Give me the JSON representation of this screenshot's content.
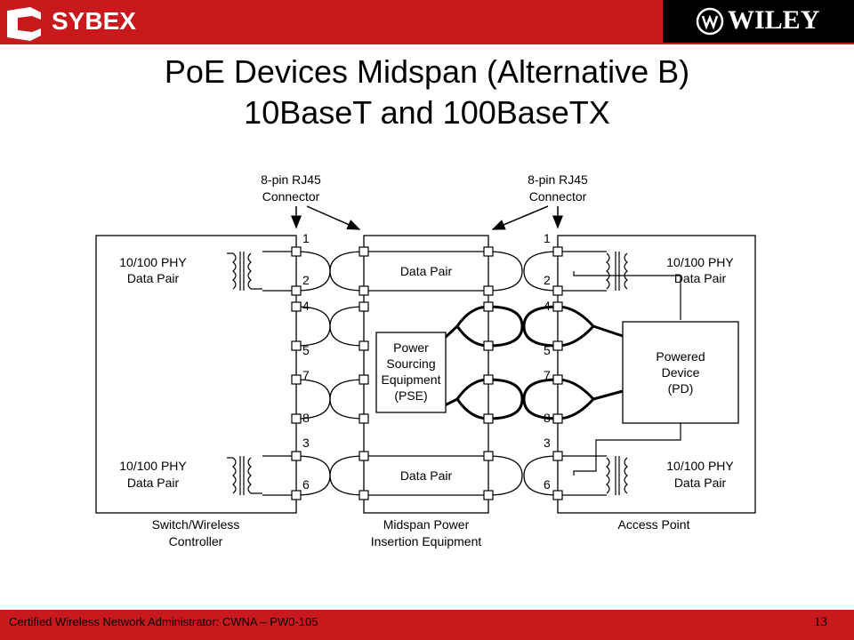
{
  "header": {
    "left_logo": "SYBEX",
    "right_logo": "WILEY",
    "brand_color": "#c8191c"
  },
  "title": {
    "line1": "PoE Devices Midspan (Alternative B)",
    "line2": "10BaseT and 100BaseTX"
  },
  "diagram": {
    "connector_left": {
      "line1": "8-pin RJ45",
      "line2": "Connector"
    },
    "connector_right": {
      "line1": "8-pin RJ45",
      "line2": "Connector"
    },
    "phy": {
      "line1": "10/100 PHY",
      "line2": "Data Pair"
    },
    "data_pair": "Data Pair",
    "pse": {
      "line1": "Power",
      "line2": "Sourcing",
      "line3": "Equipment",
      "line4": "(PSE)"
    },
    "pd": {
      "line1": "Powered",
      "line2": "Device",
      "line3": "(PD)"
    },
    "pins": [
      "1",
      "2",
      "4",
      "5",
      "7",
      "8",
      "3",
      "6"
    ],
    "bottom_labels": {
      "switch": {
        "line1": "Switch/Wireless",
        "line2": "Controller"
      },
      "midspan": {
        "line1": "Midspan Power",
        "line2": "Insertion Equipment"
      },
      "ap": "Access Point"
    }
  },
  "footer": {
    "text": "Certified Wireless Network Administrator: CWNA – PW0-105",
    "page": "13"
  }
}
